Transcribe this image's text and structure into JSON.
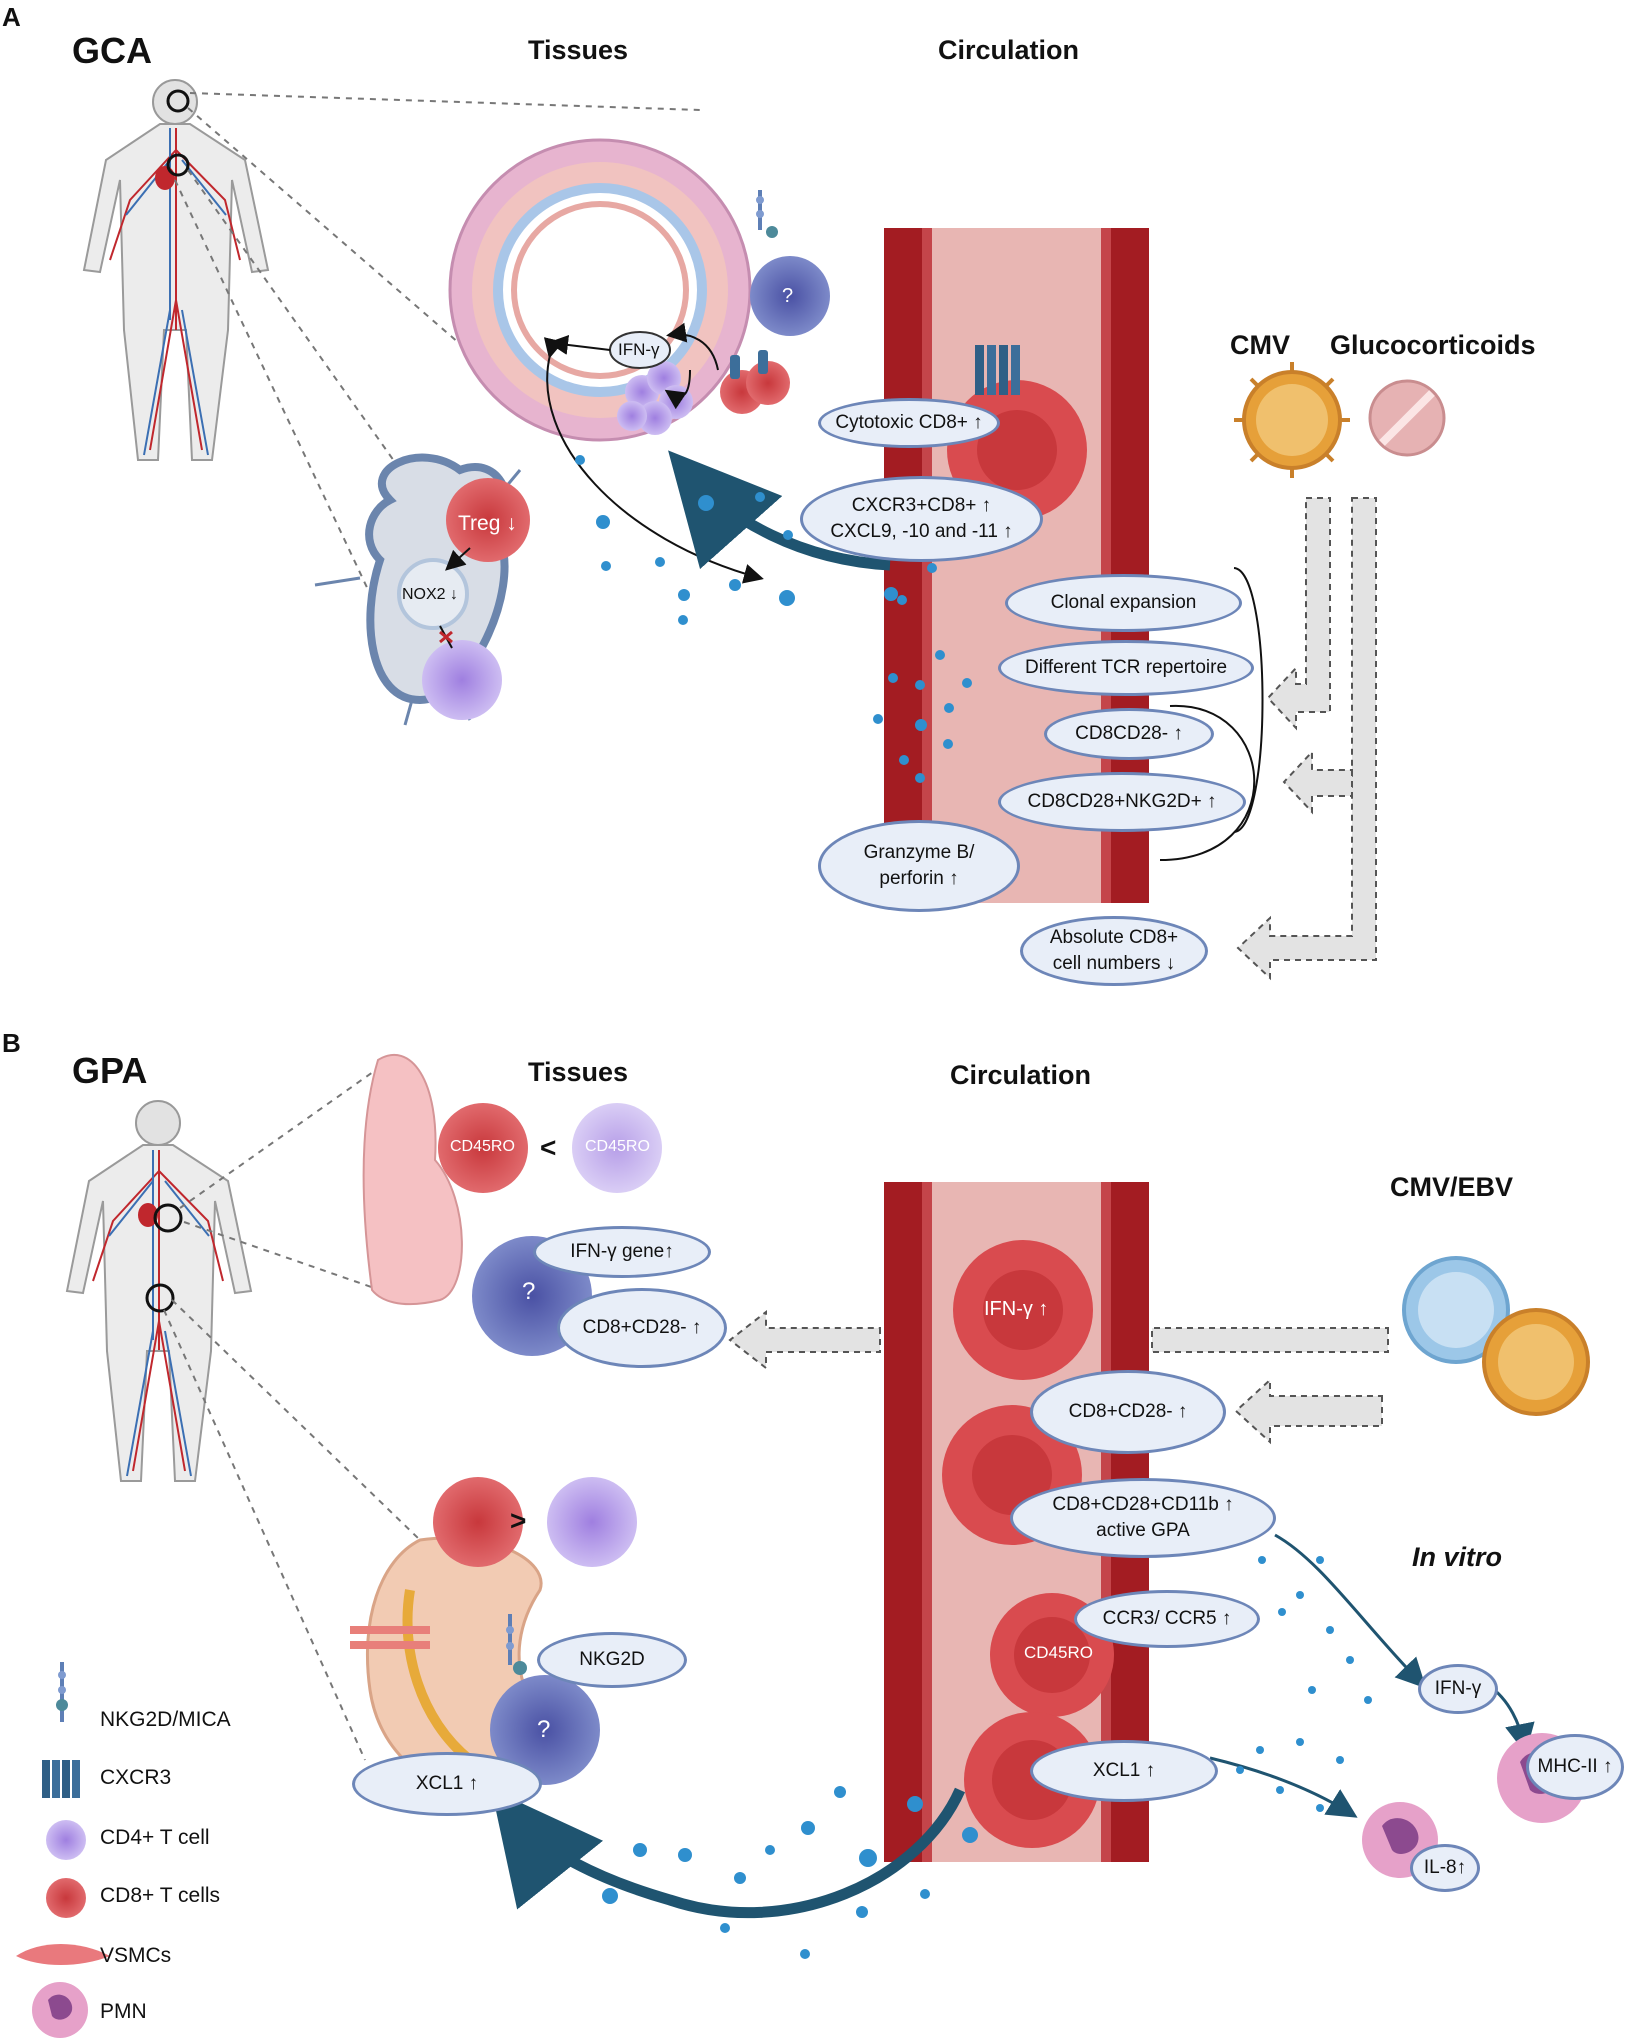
{
  "panelA": {
    "letter": "A",
    "title": "GCA",
    "tissues": "Tissues",
    "circulation": "Circulation",
    "cmv": "CMV",
    "glucocorticoids": "Glucocorticoids",
    "treg": "Treg ↓",
    "nox2": "NOX2 ↓",
    "ifn": "IFN-γ",
    "unknown_cell": "?",
    "pills": {
      "cytotoxic": "Cytotoxic CD8+ ↑",
      "cxcr3": "CXCR3+CD8+ ↑\nCXCL9, -10 and -11 ↑",
      "clonal": "Clonal expansion",
      "tcr": "Different TCR repertoire",
      "cd8cd28": "CD8CD28- ↑",
      "nkg2d": "CD8CD28+NKG2D+ ↑",
      "granzyme": "Granzyme B/\nperforin ↑",
      "absolute": "Absolute CD8+\ncell numbers ↓"
    }
  },
  "panelB": {
    "letter": "B",
    "title": "GPA",
    "tissues": "Tissues",
    "circulation": "Circulation",
    "cmv_ebv": "CMV/EBV",
    "invitro": "In vitro",
    "cd45ro": "CD45RO",
    "less_than": "<",
    "greater_than": ">",
    "unknown_cell": "?",
    "ifn_cell": "IFN-γ ↑",
    "pills": {
      "ifn_gene": "IFN-γ gene↑",
      "cd8cd28_tissue": "CD8+CD28- ↑",
      "nkg2d": "NKG2D",
      "xcl1_tissue": "XCL1 ↑",
      "cd8cd28_circ": "CD8+CD28- ↑",
      "cd11b": "CD8+CD28+CD11b ↑\nactive GPA",
      "ccr": "CCR3/ CCR5 ↑",
      "xcl1_circ": "XCL1 ↑",
      "ifn_vitro": "IFN-γ",
      "mhc": "MHC-II ↑",
      "il8": "IL-8↑"
    }
  },
  "legend": [
    {
      "label": "NKG2D/MICA",
      "icon": "receptor-icon"
    },
    {
      "label": "CXCR3",
      "icon": "cxcr3-icon"
    },
    {
      "label": "CD4+ T cell",
      "icon": "cd4-cell-icon"
    },
    {
      "label": "CD8+ T cells",
      "icon": "cd8-cell-icon"
    },
    {
      "label": "VSMCs",
      "icon": "vsmc-icon"
    },
    {
      "label": "PMN",
      "icon": "pmn-icon"
    }
  ],
  "colors": {
    "vessel_wall": "#a31c22",
    "vessel_lumen": "#e8b6b3",
    "cd8": "#d94b4f",
    "cd4": "#b9a3e8",
    "unknown": "#5f6bb8",
    "pill_fill": "#e8eef8",
    "pill_border": "#6d86b8",
    "arrow_dark": "#1f5470",
    "virus": "#e6a039",
    "virus_blue": "#9cc7e8"
  }
}
